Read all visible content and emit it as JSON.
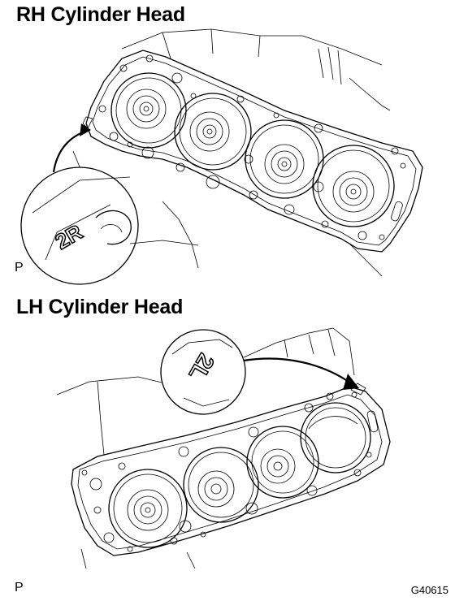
{
  "rh": {
    "title": "RH Cylinder Head",
    "stamp": "2R",
    "view_mark": "P"
  },
  "lh": {
    "title": "LH Cylinder Head",
    "stamp": "2L",
    "view_mark": "P"
  },
  "figure_code": "G40615",
  "colors": {
    "line": "#000000",
    "background": "#ffffff"
  },
  "icons": [
    "arrow-icon",
    "magnifier-circle-icon"
  ]
}
